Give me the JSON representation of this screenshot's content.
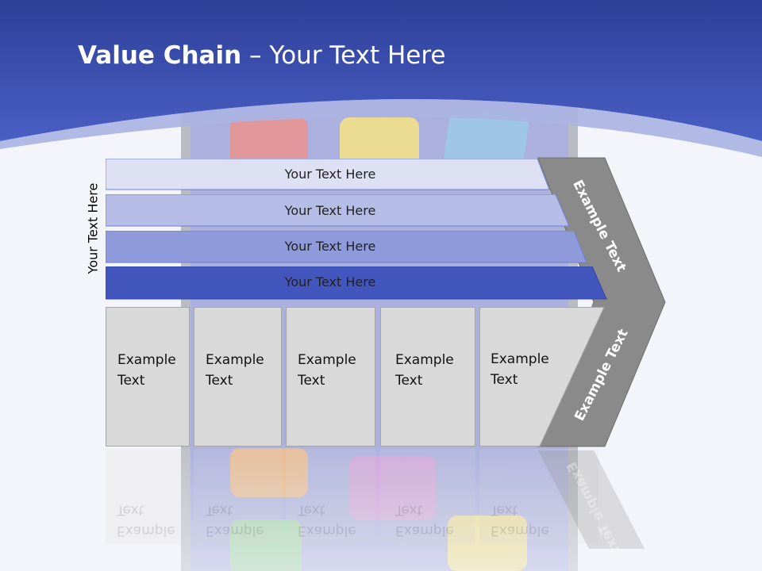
{
  "title": {
    "bold": "Value Chain",
    "rest": " – Your Text Here"
  },
  "vertical_label": "Your Text Here",
  "bars": [
    {
      "label": "Your Text Here",
      "color": "#dde1f3"
    },
    {
      "label": "Your Text Here",
      "color": "#b5bde7"
    },
    {
      "label": "Your Text Here",
      "color": "#8e9ad9"
    },
    {
      "label": "Your Text Here",
      "color": "#4356bd"
    }
  ],
  "boxes": [
    {
      "line1": "Example",
      "line2": "Text"
    },
    {
      "line1": "Example",
      "line2": "Text"
    },
    {
      "line1": "Example",
      "line2": "Text"
    },
    {
      "line1": "Example",
      "line2": "Text"
    },
    {
      "line1": "Example",
      "line2": "Text"
    }
  ],
  "chevron": {
    "top_text": "Example Text",
    "bottom_text": "Example Text",
    "color": "#8a8a8a"
  },
  "colors": {
    "header": "#3a4fb2",
    "accent": "#4356bd"
  },
  "background_icons": [
    "chart-app-icon",
    "shopping-cart-app-icon",
    "globe-app-icon",
    "rss-app-icon",
    "camera-app-icon",
    "at-sign-app-icon",
    "mail-app-icon"
  ]
}
